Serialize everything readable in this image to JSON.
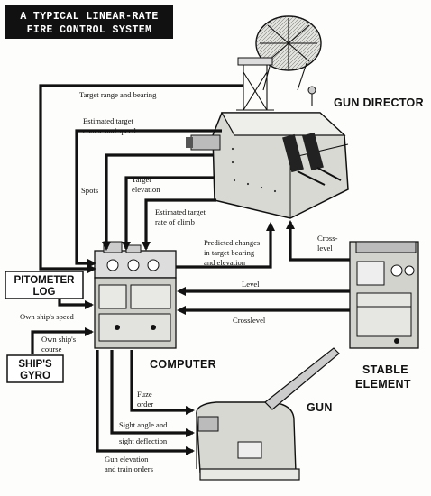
{
  "title": {
    "line1": "A TYPICAL LINEAR-RATE",
    "line2": "FIRE CONTROL SYSTEM"
  },
  "components": {
    "gun_director": "GUN DIRECTOR",
    "computer": "COMPUTER",
    "stable_element_line1": "STABLE",
    "stable_element_line2": "ELEMENT",
    "gun": "GUN",
    "pitometer_line1": "PITOMETER",
    "pitometer_line2": "LOG",
    "gyro_line1": "SHIP'S",
    "gyro_line2": "GYRO"
  },
  "signals": {
    "target_range": "Target range and bearing",
    "est_course_1": "Estimated target",
    "est_course_2": "course and speed",
    "spots": "Spots",
    "target_elev_1": "Target",
    "target_elev_2": "elevation",
    "rate_climb_1": "Estimated target",
    "rate_climb_2": "rate of climb",
    "predicted_1": "Predicted changes",
    "predicted_2": "in target bearing",
    "predicted_3": "and elevation",
    "cross_level_1": "Cross-",
    "cross_level_2": "level",
    "level": "Level",
    "crosslevel": "Crosslevel",
    "own_speed": "Own ship's speed",
    "own_course_1": "Own ship's",
    "own_course_2": "course",
    "fuze_1": "Fuze",
    "fuze_2": "order",
    "sight_angle": "Sight angle and",
    "sight_deflection": "sight deflection",
    "gun_orders_1": "Gun elevation",
    "gun_orders_2": "and train orders"
  }
}
